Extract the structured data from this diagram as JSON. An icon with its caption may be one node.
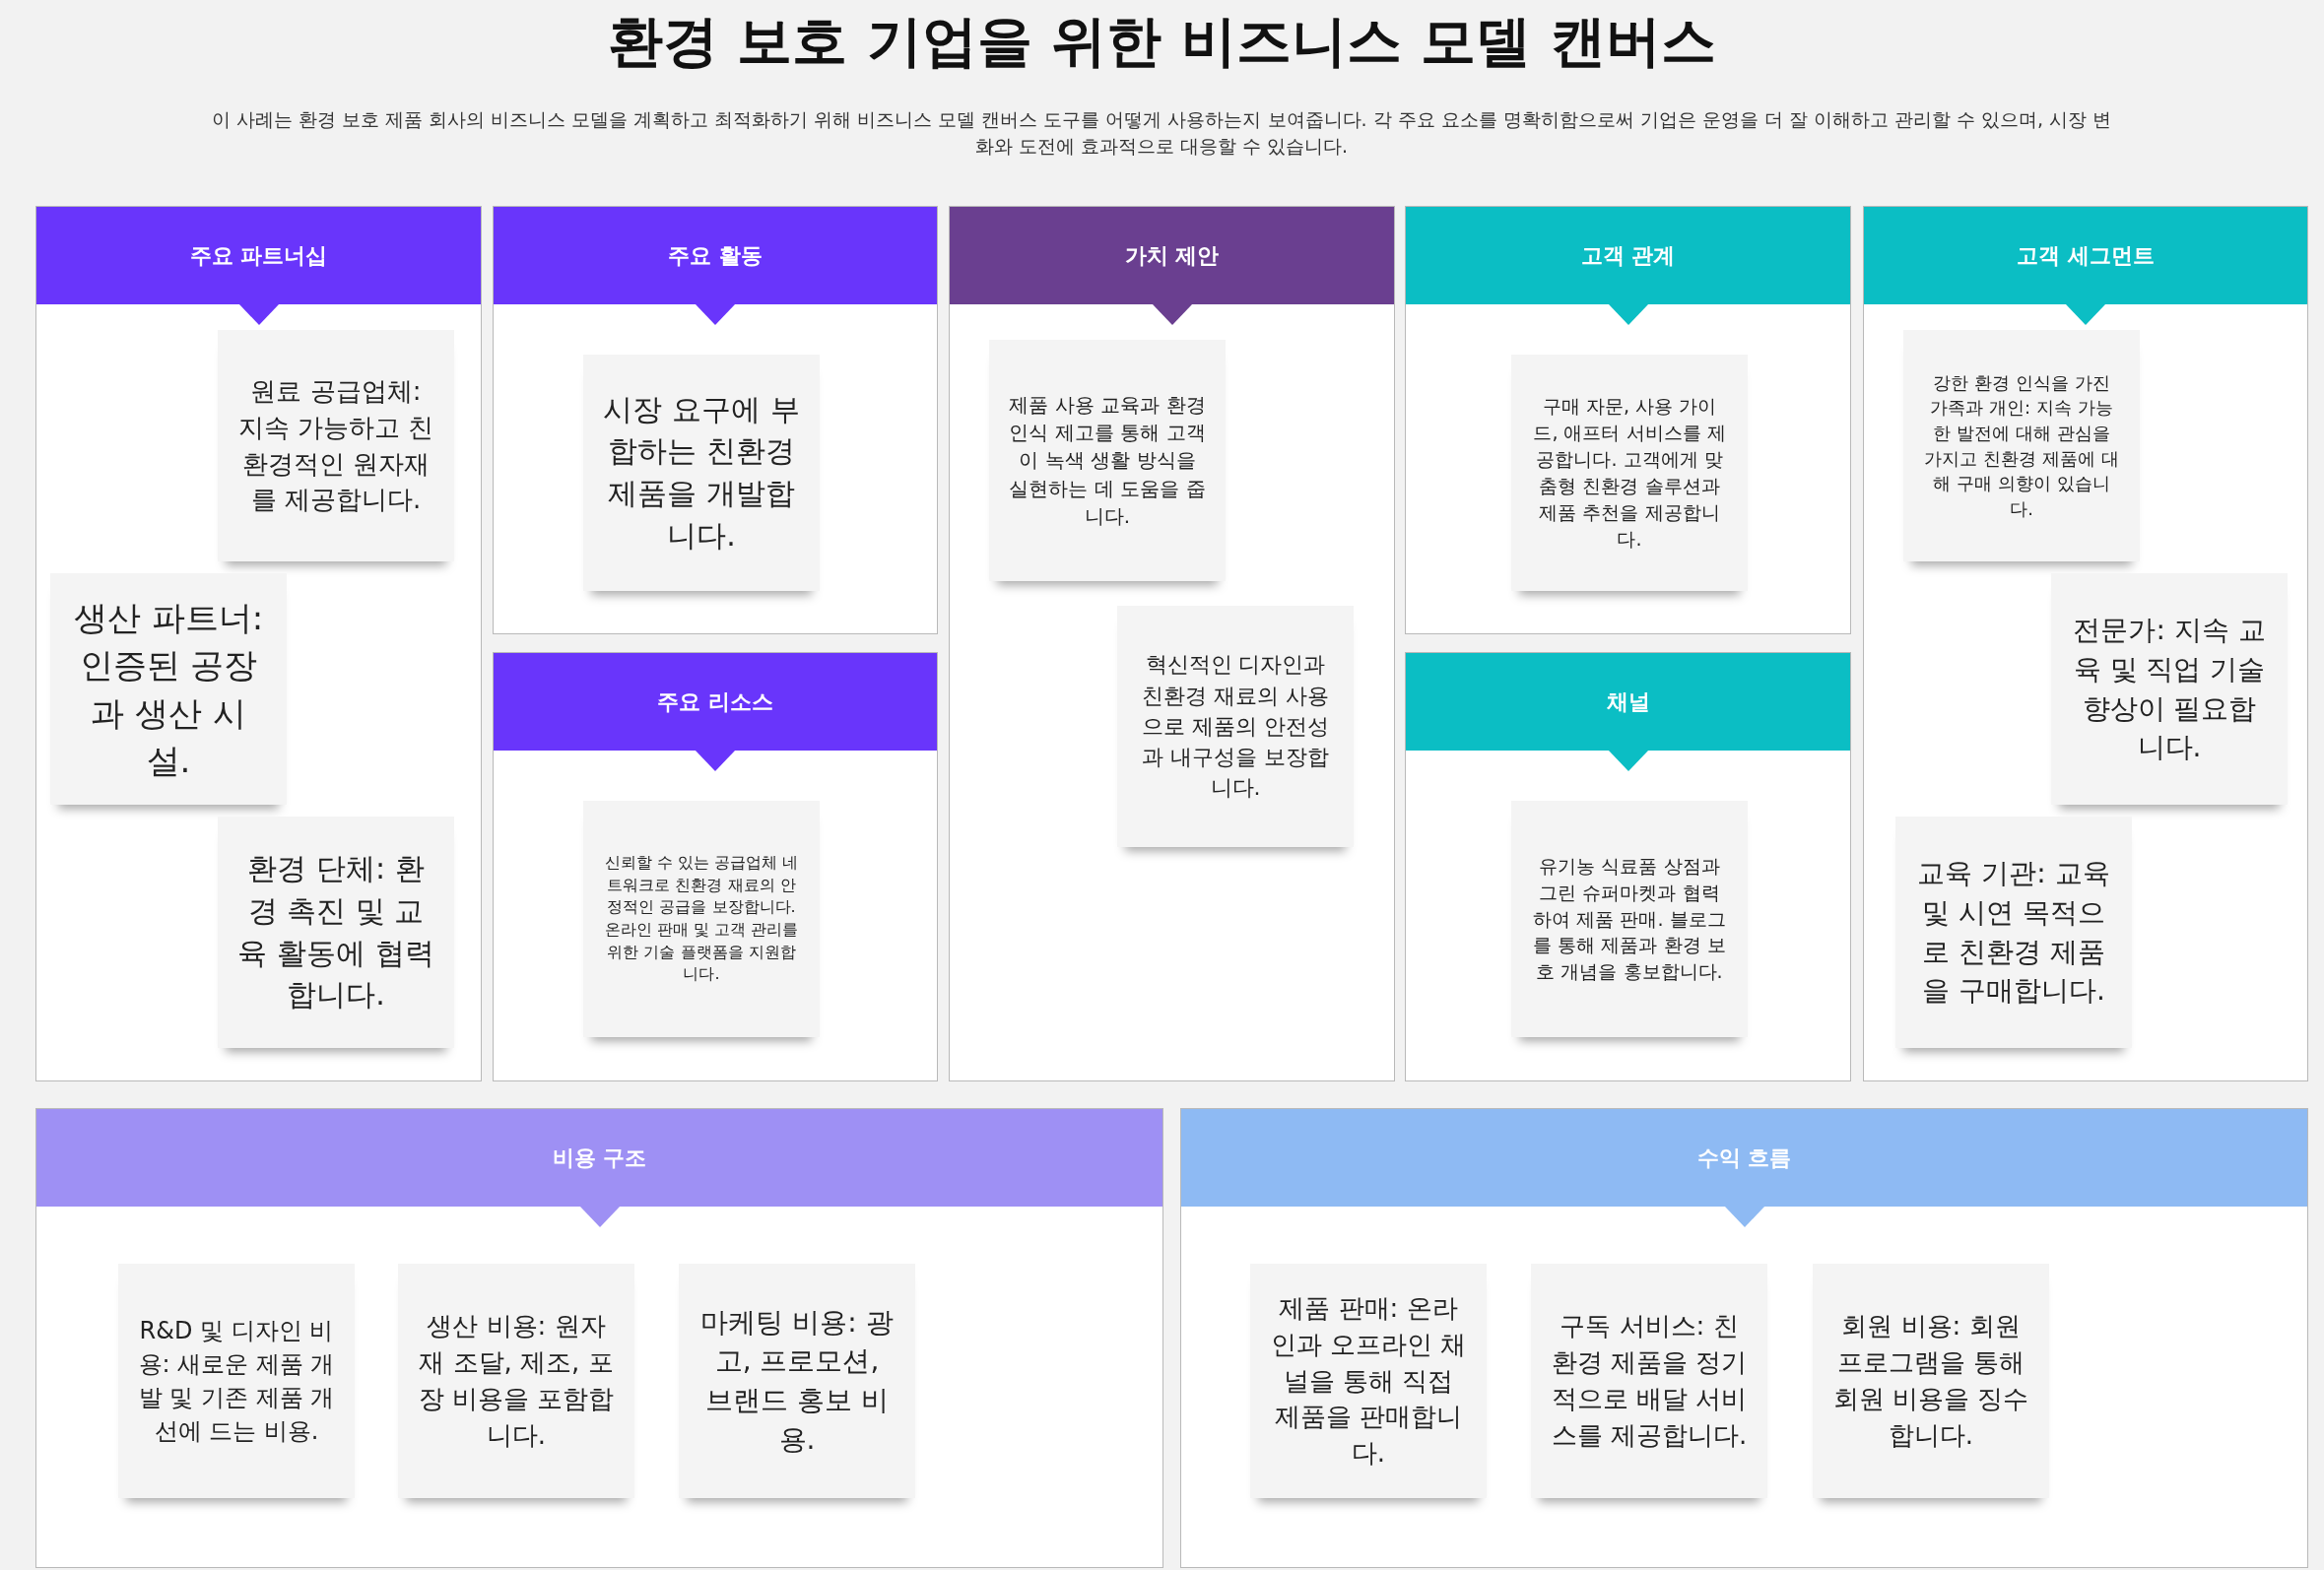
{
  "diagram": {
    "title": "환경 보호 기업을 위한 비즈니스 모델 캔버스",
    "nodes": [
      {
        "text": [
          "주요 파트너십"
        ]
      },
      {
        "text": [
          "원료 공급업체: 지속 가능하고 친환경적인 원자재를 제공합니다."
        ],
        "in": 0
      },
      {
        "text": [
          "생산 파트너: 인증된 공장과 생산 시설."
        ],
        "in": 0
      },
      {
        "text": [
          "환경 단체: 환경 촉진 및 교육 활동에 협력합니다."
        ],
        "in": 0
      },
      {
        "text": [
          "주요 활동"
        ]
      },
      {
        "text": [
          "시장 요구에 부합하는 친환경 제품을 개발합니다."
        ],
        "in": 4
      },
      {
        "text": [
          "주요 리소스"
        ]
      },
      {
        "text": [
          "신뢰할 수 있는 공급업체 네트워크로 친환경 재료의 안정적인 공급을 보장합니다. 온라인 판매 및 고객 관리를 위한 기술 플랫폼을 지원합니다."
        ],
        "in": 6
      },
      {
        "text": [
          "가치 제안"
        ]
      },
      {
        "text": [
          "제품 사용 교육과 환경 인식 제고를 통해 고객이 녹색 생활 방식을 실현하는 데 도움을 줍니다."
        ],
        "in": 8
      },
      {
        "text": [
          "혁신적인 디자인과 친환경 재료의 사용으로 제품의 안전성과 내구성을 보장합니다."
        ],
        "in": 8
      },
      {
        "text": [
          "고객 관계"
        ]
      },
      {
        "text": [
          "구매 자문, 사용 가이드, 애프터 서비스를 제공합니다. 고객에게 맞춤형 친환경 솔루션과 제품 추천을 제공합니다."
        ],
        "in": 11
      },
      {
        "text": [
          "채널"
        ]
      },
      {
        "text": [
          "유기농 식료품 상점과 그린 슈퍼마켓과 협력하여 제품 판매. 블로그를 통해 제품과 환경 보호 개념을 홍보합니다."
        ],
        "in": 13
      },
      {
        "text": [
          "고객 세그먼트"
        ]
      },
      {
        "text": [
          "강한 환경 인식을 가진 가족과 개인: 지속 가능한 발전에 대해 관심을 가지고 친환경 제품에 대해 구매 의향이 있습니다."
        ],
        "in": 15
      },
      {
        "text": [
          "전문가: 지속 교육 및 직업 기술 향상이 필요합니다."
        ],
        "in": 15
      },
      {
        "text": [
          "교육 기관: 교육 및 시연 목적으로 친환경 제품을 구매합니다."
        ],
        "in": 15
      },
      {
        "text": [
          "비용 구조"
        ]
      },
      {
        "text": [
          "R&D 및 디자인 비용: 새로운 제품 개발 및 기존 제품 개선에 드는 비용."
        ],
        "in": 19
      },
      {
        "text": [
          "생산 비용: 원자재 조달, 제조, 포장 비용을 포함합니다."
        ],
        "in": 19
      },
      {
        "text": [
          "마케팅 비용: 광고, 프로모션, 브랜드 홍보 비용."
        ],
        "in": 19
      },
      {
        "text": [
          "수익 흐름"
        ]
      },
      {
        "text": [
          "제품 판매: 온라인과 오프라인 채널을 통해 직접 제품을 판매합니다."
        ],
        "in": 23
      },
      {
        "text": [
          "구독 서비스: 친환경 제품을 정기적으로 배달 서비스를 제공합니다."
        ],
        "in": 23
      },
      {
        "text": [
          "회원 비용: 회원 프로그램을 통해 회원 비용을 징수합니다."
        ],
        "in": 23
      }
    ],
    "labels": [
      "이 사례는 환경 보호 제품 회사의 비즈니스 모델을 계획하고 최적화하기 위해 비즈니스 모델 캔버스 도구를 어떻게 사용하는지 보여줍니다. 각 주요 요소를 명확히함으로써 기업은 운영을 더 잘 이해하고 관리할 수 있으며, 시장 변화와 도전에 효과적으로 대응할 수 있습니다."
    ]
  }
}
